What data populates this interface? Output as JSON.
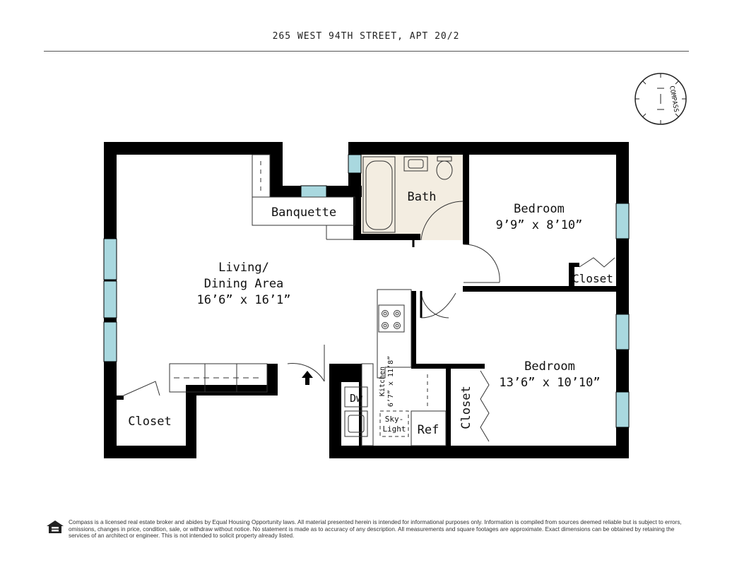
{
  "header": {
    "address": "265 WEST 94TH STREET, APT 20/2"
  },
  "compass": {
    "label": "COMPASS"
  },
  "rooms": {
    "living_line1": "Living/",
    "living_line2": "Dining Area",
    "living_dims": "16’6” x 16’1”",
    "banquette": "Banquette",
    "bath": "Bath",
    "bedroom1": "Bedroom",
    "bedroom1_dims": "9’9” x 8’10”",
    "closet_bed1": "Closet",
    "bedroom2": "Bedroom",
    "bedroom2_dims": "13’6” x 10’10”",
    "closet_bed2": "Closet",
    "closet_entry": "Closet",
    "kitchen": "Kitchen",
    "kitchen_dims": "6’7” x 11’8”",
    "dw": "Dw",
    "skylight_1": "Sky-",
    "skylight_2": "Light",
    "ref": "Ref"
  },
  "colors": {
    "wall": "#000000",
    "window": "#a9d8df",
    "bath_floor": "#f3ede1"
  },
  "footer": {
    "disclaimer": "Compass is a licensed real estate broker and abides by Equal Housing Opportunity laws. All material presented herein is intended for informational purposes only. Information is compiled from sources deemed reliable but is subject to errors, omissions, changes in price, condition, sale, or withdraw without notice. No statement is made as to accuracy of any description. All measurements and square footages are approximate. Exact dimensions can be obtained by retaining the services of an architect or engineer. This is not intended to solicit property already listed."
  }
}
